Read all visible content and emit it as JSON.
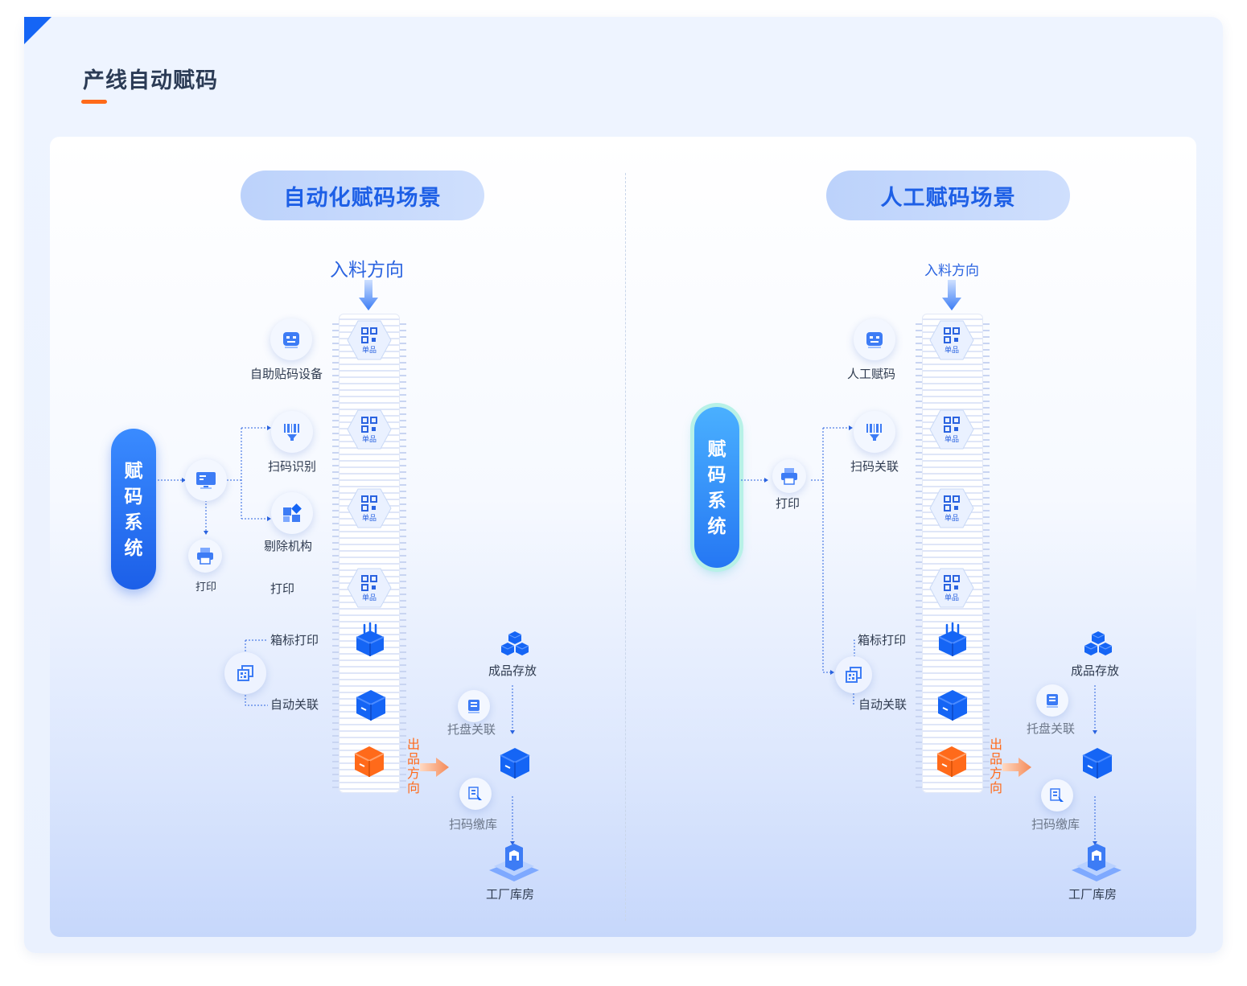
{
  "page_title": "产线自动赋码",
  "left": {
    "scene_title": "自动化赋码场景",
    "incoming": "入料方向",
    "system": [
      "赋",
      "码",
      "系",
      "统"
    ],
    "labels": {
      "self_label_device": "自助贴码设备",
      "scan_recognize": "扫码识别",
      "reject_mechanism": "剔除机构",
      "print_small": "打印",
      "print": "打印",
      "box_label_print": "箱标打印",
      "auto_link": "自动关联",
      "pallet_link": "托盘关联",
      "product_storage": "成品存放",
      "scan_inbound": "扫码缴库",
      "factory_warehouse": "工厂库房"
    },
    "outgoing": [
      "出",
      "品",
      "方",
      "向"
    ]
  },
  "right": {
    "scene_title": "人工赋码场景",
    "incoming": "入料方向",
    "system": [
      "赋",
      "码",
      "系",
      "统"
    ],
    "labels": {
      "manual_code": "人工赋码",
      "scan_link": "扫码关联",
      "print": "打印",
      "box_label_print": "箱标打印",
      "auto_link": "自动关联",
      "pallet_link": "托盘关联",
      "product_storage": "成品存放",
      "scan_inbound": "扫码缴库",
      "factory_warehouse": "工厂库房"
    },
    "outgoing": [
      "出",
      "品",
      "方",
      "向"
    ]
  },
  "item_tag": "单品",
  "colors": {
    "accent": "#1565f5",
    "orange": "#ff6a1a",
    "pill": "#c6d8fc"
  }
}
